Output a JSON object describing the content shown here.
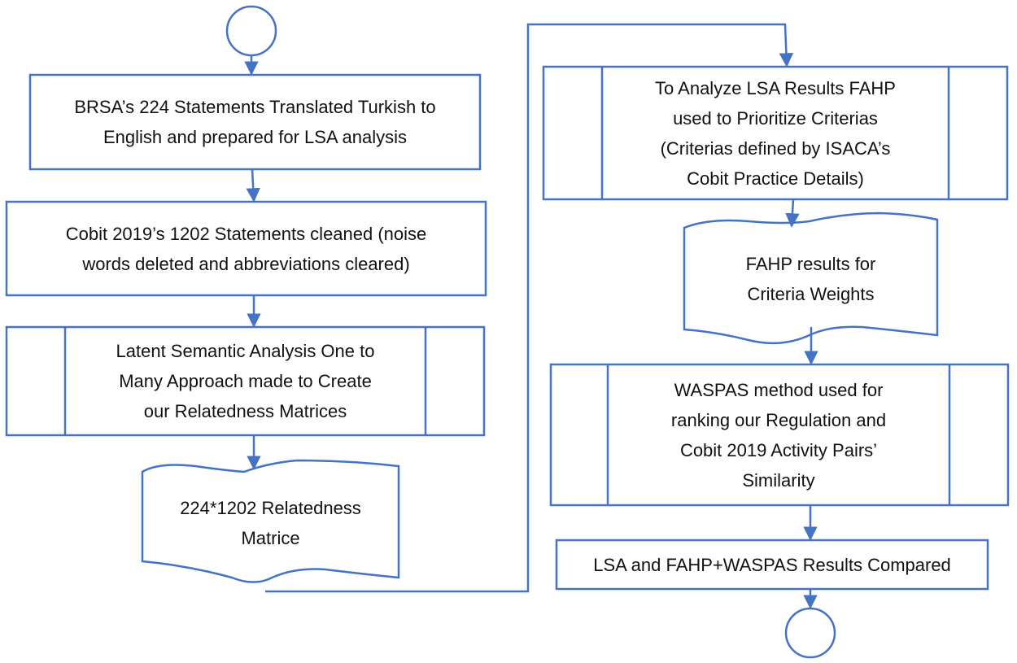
{
  "colors": {
    "stroke": "#4472C4",
    "text": "#111111",
    "background": "#ffffff"
  },
  "nodes": {
    "start": {
      "kind": "terminator-start"
    },
    "step1": {
      "kind": "process",
      "text": "BRSA’s 224 Statements Translated Turkish to\nEnglish and prepared for LSA analysis"
    },
    "step2": {
      "kind": "process",
      "text": "Cobit 2019’s 1202 Statements cleaned (noise\nwords deleted and abbreviations cleared)"
    },
    "step3": {
      "kind": "predefined-process",
      "text": "Latent Semantic Analysis One to\nMany Approach made to Create\nour Relatedness Matrices"
    },
    "doc1": {
      "kind": "document",
      "text": "224*1202 Relatedness\nMatrice"
    },
    "step4": {
      "kind": "predefined-process",
      "text": "To Analyze LSA Results FAHP\nused to Prioritize Criterias\n(Criterias defined by ISACA’s\nCobit Practice Details)"
    },
    "doc2": {
      "kind": "document",
      "text": "FAHP results for\nCriteria Weights"
    },
    "step5": {
      "kind": "predefined-process",
      "text": "WASPAS method used for\nranking our Regulation and\nCobit 2019 Activity Pairs’\nSimilarity"
    },
    "step6": {
      "kind": "process",
      "text": "LSA and FAHP+WASPAS Results Compared"
    },
    "end": {
      "kind": "terminator-end"
    }
  }
}
